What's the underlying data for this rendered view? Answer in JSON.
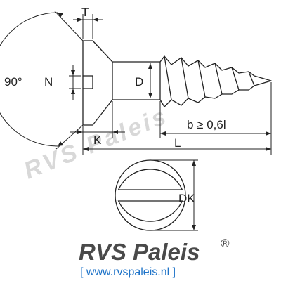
{
  "diagram": {
    "labels": {
      "angle": "90°",
      "t": "T",
      "n": "N",
      "d": "D",
      "k": "K",
      "l": "L",
      "b": "b ≥  0,6l",
      "dk": "DK"
    }
  },
  "watermark": {
    "text": "RVS Paleis"
  },
  "footer": {
    "brand": "RVS Paleis",
    "registered": "®",
    "url": "[ www.rvspaleis.nl ]"
  },
  "colors": {
    "line": "#222222",
    "brand": "#4a4a4a",
    "url": "#1e73c8"
  }
}
